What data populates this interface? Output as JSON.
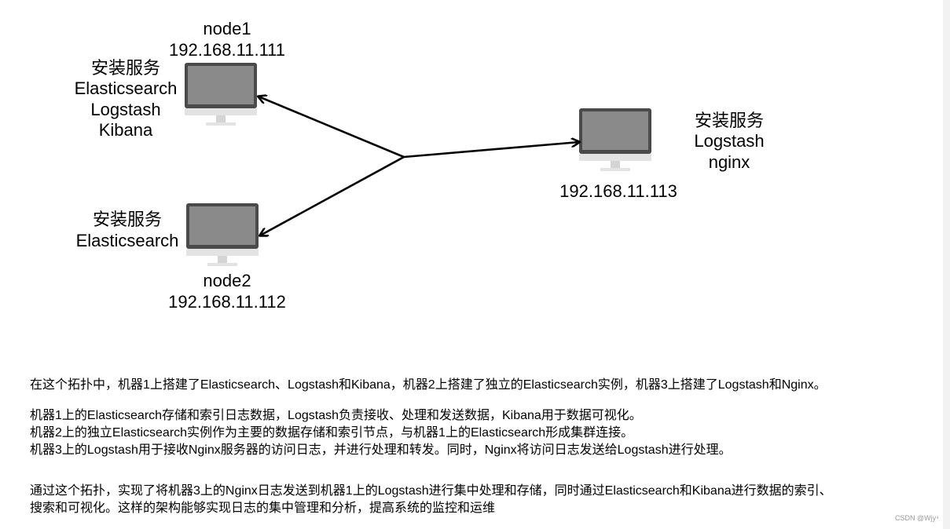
{
  "nodes": {
    "node1": {
      "name": "node1",
      "ip": "192.168.11.111",
      "services_title": "安装服务",
      "services": [
        "Elasticsearch",
        "Logstash",
        "Kibana"
      ]
    },
    "node2": {
      "name": "node2",
      "ip": "192.168.11.112",
      "services_title": "安装服务",
      "services": [
        "Elasticsearch"
      ]
    },
    "node3": {
      "ip": "192.168.11.113",
      "services_title": "安装服务",
      "services": [
        "Logstash",
        "nginx"
      ]
    }
  },
  "description": {
    "p1": "在这个拓扑中，机器1上搭建了Elasticsearch、Logstash和Kibana，机器2上搭建了独立的Elasticsearch实例，机器3上搭建了Logstash和Nginx。",
    "p2": [
      "机器1上的Elasticsearch存储和索引日志数据，Logstash负责接收、处理和发送数据，Kibana用于数据可视化。",
      "机器2上的独立Elasticsearch实例作为主要的数据存储和索引节点，与机器1上的Elasticsearch形成集群连接。",
      "机器3上的Logstash用于接收Nginx服务器的访问日志，并进行处理和转发。同时，Nginx将访问日志发送给Logstash进行处理。"
    ],
    "p3": [
      "通过这个拓扑，实现了将机器3上的Nginx日志发送到机器1上的Logstash进行集中处理和存储，同时通过Elasticsearch和Kibana进行数据的索引、",
      "搜索和可视化。这样的架构能够实现日志的集中管理和分析，提高系统的监控和运维"
    ]
  },
  "watermark": "CSDN @Wjy⁴"
}
